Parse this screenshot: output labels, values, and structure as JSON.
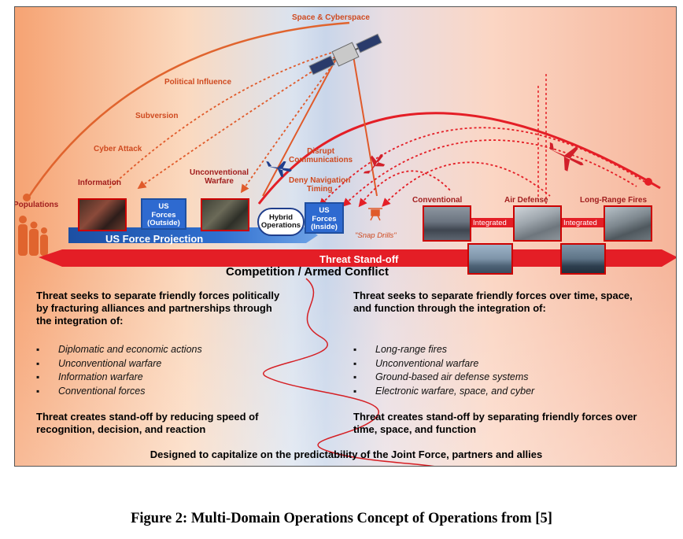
{
  "diagram": {
    "space_label": "Space & Cyberspace",
    "left_threats": [
      "Political Influence",
      "Subversion",
      "Cyber Attack"
    ],
    "populations_label": "Populations",
    "information_label": "Information",
    "us_forces_outside": [
      "US",
      "Forces",
      "(Outside)"
    ],
    "unconventional_warfare_label": [
      "Unconventional",
      "Warfare"
    ],
    "hybrid_operations_label": [
      "Hybrid",
      "Operations"
    ],
    "us_forces_inside": [
      "US",
      "Forces",
      "(Inside)"
    ],
    "us_force_projection_label": "US Force Projection",
    "disrupt_communications": [
      "Disrupt",
      "Communications"
    ],
    "deny_navigation_timing": [
      "Deny Navigation",
      "Timing"
    ],
    "snap_drills_label": "\"Snap Drills\"",
    "conventional_label": "Conventional",
    "air_defense_label": "Air Defense",
    "long_range_fires_label": "Long-Range Fires",
    "integrated_label_1": "Integrated",
    "integrated_label_2": "Integrated",
    "threat_standoff_label": "Threat Stand-off",
    "competition_label": "Competition / Armed Conflict"
  },
  "left_column": {
    "heading": [
      "Threat seeks to separate friendly forces politically",
      "by fracturing alliances and partnerships through",
      "the integration of:"
    ],
    "bullets": [
      "Diplomatic and economic actions",
      "Unconventional warfare",
      "Information warfare",
      "Conventional forces"
    ],
    "standoff": [
      "Threat creates stand-off by reducing speed of",
      "recognition, decision, and reaction"
    ]
  },
  "right_column": {
    "heading": [
      "Threat seeks to separate friendly forces over time, space,",
      "and function through the integration of:"
    ],
    "bullets": [
      "Long-range fires",
      "Unconventional warfare",
      "Ground-based air defense systems",
      "Electronic warfare, space, and cyber"
    ],
    "standoff": [
      "Threat creates stand-off by separating friendly forces over",
      "time, space, and function"
    ]
  },
  "bottom_line": "Designed to capitalize on the predictability of the Joint Force, partners and allies",
  "caption": "Figure 2: Multi-Domain Operations Concept of Operations from [5]",
  "colors": {
    "threat_red": "#e41e26",
    "force_blue": "#1f5fb8",
    "label_orange": "#cf4a20"
  }
}
